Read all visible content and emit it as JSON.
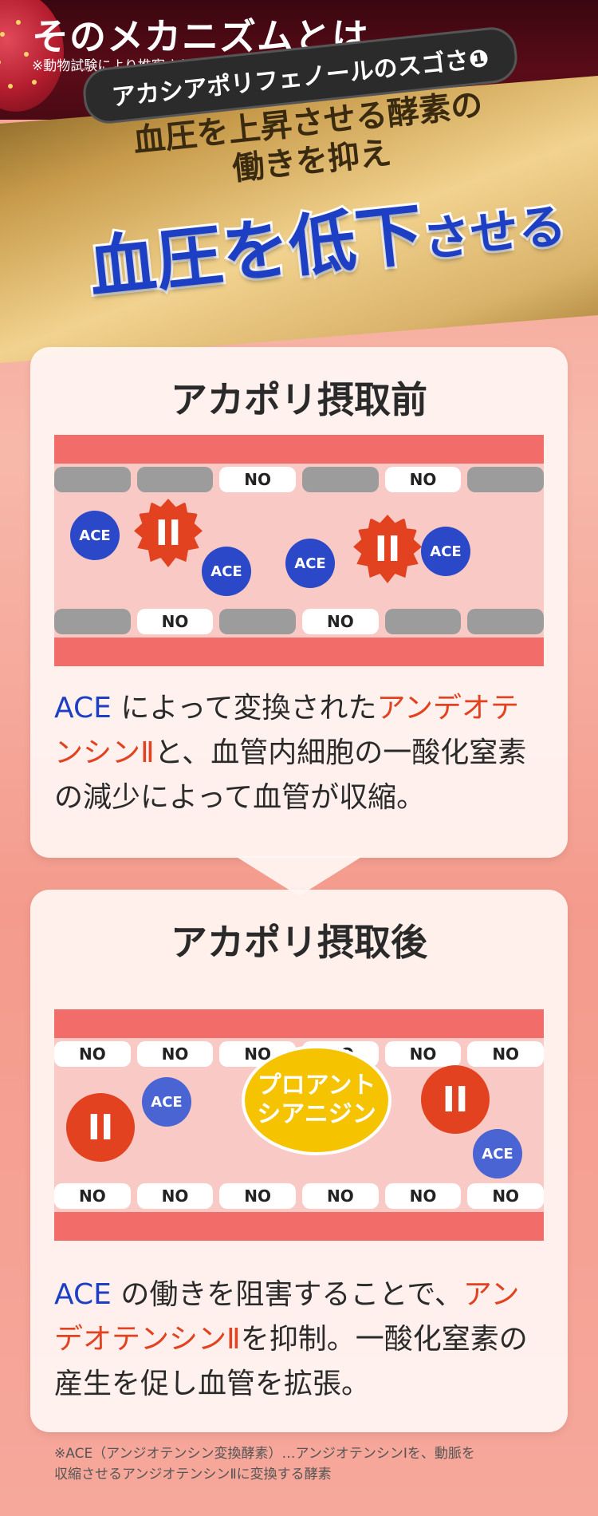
{
  "header": {
    "title": "そのメカニズムとは…",
    "title_mark": "※",
    "note": "※動物試験により推察されるメカニズム"
  },
  "hero": {
    "pill": "アカシアポリフェノールのスゴさ❶",
    "sub_line1": "血圧を上昇させる酵素の",
    "sub_line2": "働きを抑え",
    "big_main": "血圧を低下",
    "big_small": "させる"
  },
  "before": {
    "title": "アカポリ摂取前",
    "top_cells": [
      "",
      "",
      "NO",
      "",
      "NO",
      ""
    ],
    "bottom_cells": [
      "",
      "NO",
      "",
      "NO",
      "",
      ""
    ],
    "ace_label": "ACE",
    "ang_label": "II",
    "desc": {
      "p1": "ACE",
      "p2": " によって変換された",
      "p3": "アンデオテンシンⅡ",
      "p4": "と、血管内細胞の一酸化窒素の減少によって血管が収縮。"
    }
  },
  "after": {
    "title": "アカポリ摂取後",
    "top_cells": [
      "NO",
      "NO",
      "NO",
      "NO",
      "NO",
      "NO"
    ],
    "bottom_cells": [
      "NO",
      "NO",
      "NO",
      "NO",
      "NO",
      "NO"
    ],
    "ace_label": "ACE",
    "ang_label": "II",
    "pro_line1": "プロアント",
    "pro_line2": "シアニジン",
    "desc": {
      "p1": "ACE",
      "p2": " の働きを阻害することで、",
      "p3": "アンデオテンシンⅡ",
      "p4": "を抑制。一酸化窒素の産生を促し血管を拡張。"
    }
  },
  "footnote": {
    "line1": "※ACE（アンジオテンシン変換酵素）…アンジオテンシンⅠを、動脈を",
    "line2": "収縮させるアンジオテンシンⅡに変換する酵素"
  },
  "colors": {
    "accent_blue": "#1d3fc4",
    "accent_red": "#e2421f",
    "gold": "#d9b26a"
  }
}
